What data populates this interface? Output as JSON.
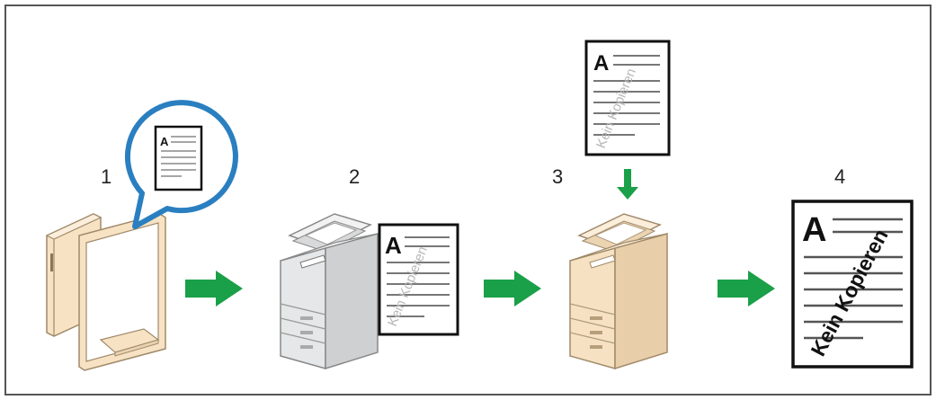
{
  "steps": [
    {
      "number": "1",
      "caption": ""
    },
    {
      "number": "2",
      "caption": ""
    },
    {
      "number": "3",
      "caption": ""
    },
    {
      "number": "4",
      "caption": ""
    }
  ],
  "document": {
    "header_letter": "A",
    "watermark_text": "Kein Kopieren"
  },
  "colors": {
    "arrow": "#1aa048",
    "bubble_stroke": "#2a7fc0",
    "copier_gray": "#e6e7e8",
    "copier_beige": "#f6e2c3"
  },
  "icons": {
    "computer": "desktop-computer-icon",
    "copier": "multifunction-printer-icon",
    "arrow": "right-arrow-icon"
  }
}
